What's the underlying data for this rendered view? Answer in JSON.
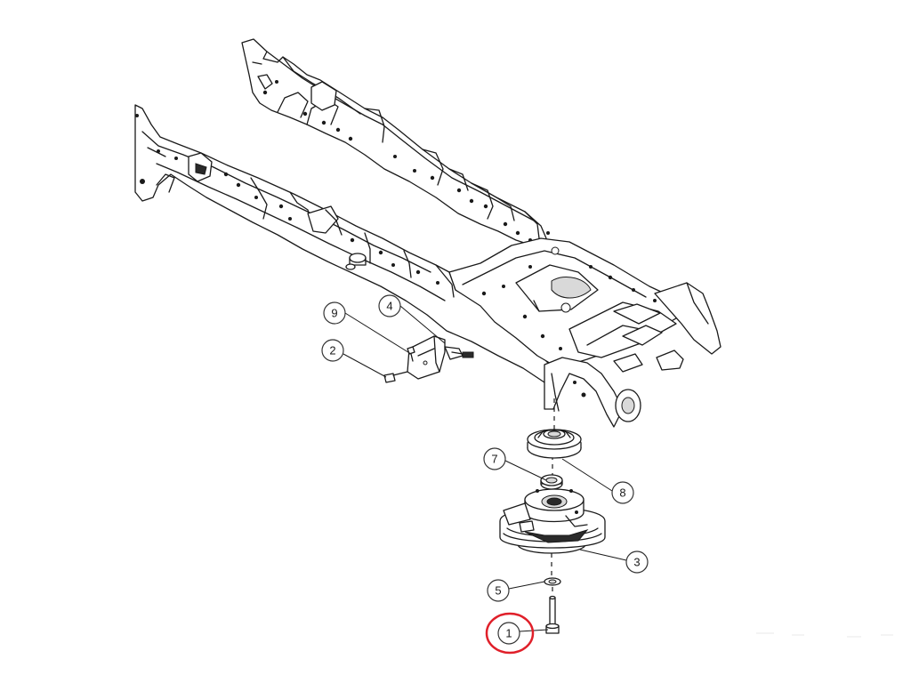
{
  "callouts": [
    {
      "id": "9",
      "label": "9"
    },
    {
      "id": "4",
      "label": "4"
    },
    {
      "id": "2",
      "label": "2"
    },
    {
      "id": "7",
      "label": "7"
    },
    {
      "id": "8",
      "label": "8"
    },
    {
      "id": "3",
      "label": "3"
    },
    {
      "id": "5",
      "label": "5"
    },
    {
      "id": "1",
      "label": "1"
    }
  ],
  "highlight": {
    "callout": "1",
    "color": "#e0202a"
  },
  "colors": {
    "line": "#1a1a1a",
    "background": "#ffffff"
  }
}
